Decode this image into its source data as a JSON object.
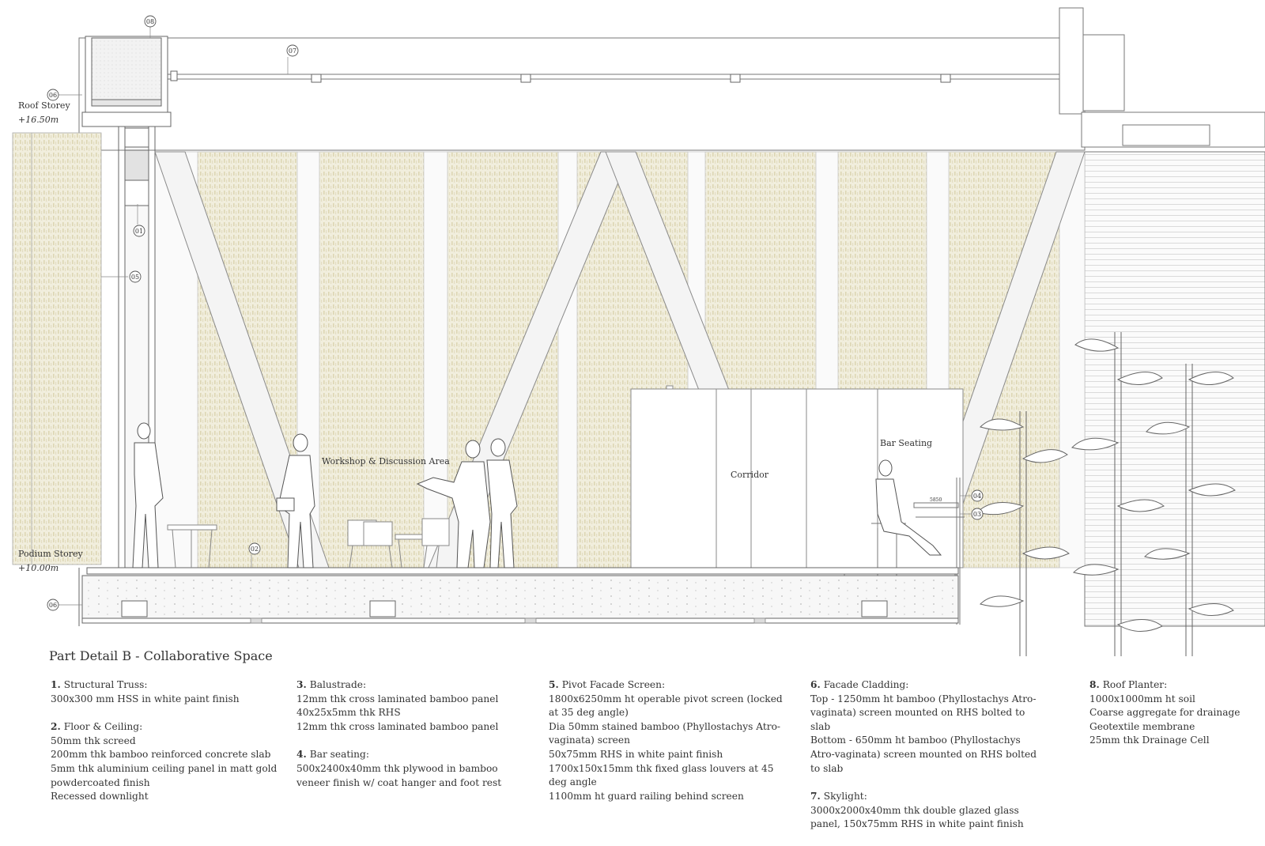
{
  "labels": {
    "level_roof": "Roof Storey",
    "level_roof_elev": "+16.50m",
    "level_podium": "Podium Storey",
    "level_podium_elev": "+10.00m",
    "workshop": "Workshop & Discussion Area",
    "corridor": "Corridor",
    "bar_seating": "Bar Seating",
    "dim_bar": "5850"
  },
  "tags": {
    "t01": "01",
    "t02": "02",
    "t03": "03",
    "t04": "04",
    "t05": "05",
    "t06a": "06",
    "t06b": "06",
    "t07": "07",
    "t08": "08"
  },
  "title": "Part Detail B - Collaborative Space",
  "notes": [
    {
      "num": "1.",
      "heading": "Structural Truss:",
      "lines": [
        "300x300 mm HSS in white paint finish"
      ]
    },
    {
      "num": "2.",
      "heading": "Floor & Ceiling:",
      "lines": [
        "50mm thk screed",
        "200mm thk bamboo reinforced concrete slab",
        "5mm thk aluminium ceiling panel in matt gold powdercoated finish",
        "Recessed downlight"
      ]
    },
    {
      "num": "3.",
      "heading": "Balustrade:",
      "lines": [
        "12mm thk cross laminated bamboo panel",
        "40x25x5mm thk RHS",
        "12mm thk cross laminated bamboo panel"
      ]
    },
    {
      "num": "4.",
      "heading": "Bar seating:",
      "lines": [
        "500x2400x40mm thk plywood in bamboo veneer finish w/ coat hanger and foot rest"
      ]
    },
    {
      "num": "5.",
      "heading": "Pivot Facade Screen:",
      "lines": [
        "1800x6250mm ht operable pivot screen (locked at 35 deg angle)",
        "Dia 50mm stained bamboo (Phyllostachys Atro-vaginata) screen",
        "50x75mm RHS in white paint finish",
        "1700x150x15mm thk fixed glass louvers at 45 deg angle",
        "1100mm ht guard railing behind screen"
      ]
    },
    {
      "num": "6.",
      "heading": "Facade Cladding:",
      "lines": [
        "Top - 1250mm ht bamboo (Phyllostachys Atro-vaginata) screen mounted on RHS bolted to slab",
        "Bottom - 650mm ht bamboo (Phyllostachys Atro-vaginata) screen mounted on RHS bolted to slab"
      ]
    },
    {
      "num": "7.",
      "heading": "Skylight:",
      "lines": [
        "3000x2000x40mm thk double glazed glass panel, 150x75mm RHS in white paint finish"
      ]
    },
    {
      "num": "8.",
      "heading": "Roof Planter:",
      "lines": [
        "1000x1000mm ht soil",
        "Coarse aggregate for drainage",
        "Geotextile membrane",
        "25mm thk Drainage Cell"
      ]
    }
  ],
  "colors": {
    "line": "#6e6e6e",
    "screen": "#ece9d6",
    "screen_dot": "#ddd7ba",
    "truss": "#f3f3f3",
    "text": "#333333"
  }
}
